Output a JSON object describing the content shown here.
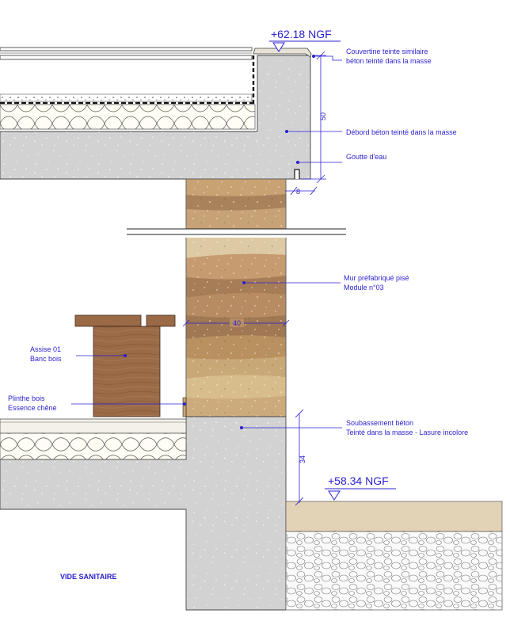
{
  "levels": {
    "top": "+62.18 NGF",
    "ground": "+58.34 NGF"
  },
  "annotations": {
    "couvertine_1": "Couvertine teinte similaire",
    "couvertine_2": "béton teinté dans la masse",
    "debord": "Débord béton teinté dans la masse",
    "goutte": "Goutte d'eau",
    "mur_1": "Mur préfabriqué pisé",
    "mur_2": "Module n°03",
    "assise_1": "Assise 01",
    "assise_2": "Banc bois",
    "plinthe_1": "Plinthe bois",
    "plinthe_2": "Essence chêne",
    "soubassement_1": "Soubassement béton",
    "soubassement_2": "Teinté dans la masse - Lasure incolore"
  },
  "dimensions": {
    "debord_height": "50",
    "goutte_offset": "8",
    "wall_thickness": "40",
    "plinth_height": "34"
  },
  "zones": {
    "vide_sanitaire": "VIDE SANITAIRE"
  },
  "colors": {
    "concrete": "#d3d3d3",
    "annotation": "#2a1fd0",
    "rammed_earth_light": "#d9c7a0",
    "rammed_earth_dark": "#a9825c",
    "wood": "#9a6a46",
    "gravel": "#f0f0f0"
  }
}
